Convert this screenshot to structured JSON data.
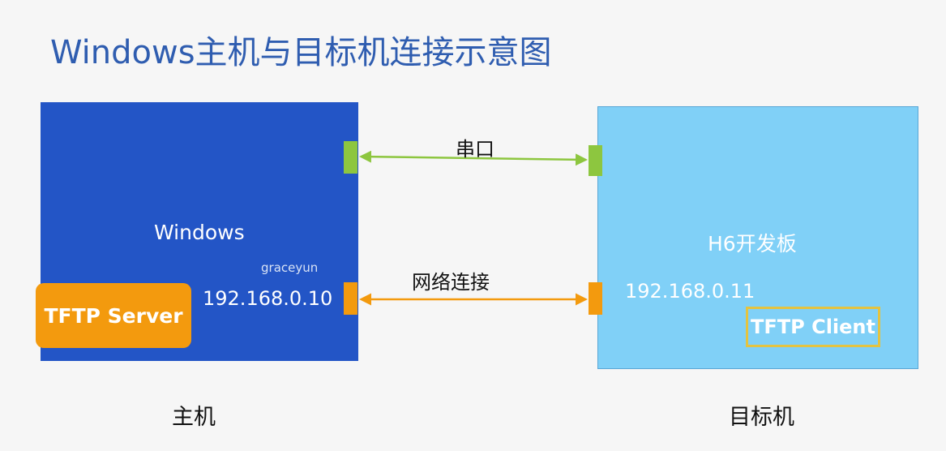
{
  "title": "Windows主机与目标机连接示意图",
  "host": {
    "name": "Windows",
    "ip": "192.168.0.10",
    "server_label": "TFTP Server",
    "caption": "主机",
    "box_color": "#2355c6"
  },
  "target": {
    "name": "H6开发板",
    "ip": "192.168.0.11",
    "client_label": "TFTP Client",
    "caption": "目标机",
    "box_color": "#80d0f7"
  },
  "links": {
    "serial_label": "串口",
    "serial_color": "#8dc63f",
    "network_label": "网络连接",
    "network_color": "#f39a0e"
  },
  "watermark": "graceyun"
}
